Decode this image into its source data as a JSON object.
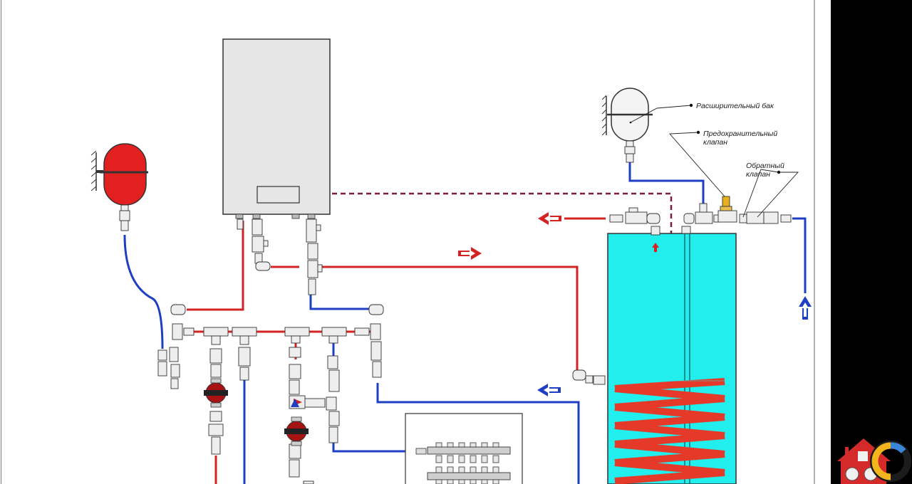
{
  "labels": {
    "expansion_tank": "Расширительный бак",
    "safety_valve_line1": "Предохранительный",
    "safety_valve_line2": "клапан",
    "check_valve_line1": "Обратный",
    "check_valve_line2": "клапан"
  },
  "colors": {
    "supply_pipe": "#d32222",
    "return_pipe": "#1e3fc4",
    "dashed_line": "#7a1f3a",
    "boiler_body": "#e6e6e6",
    "storage_tank": "#22eeee",
    "coil": "#e53a2a",
    "expansion_tank_red": "#e32020",
    "expansion_tank_white": "#f4f4f4",
    "side_bar": "#000000"
  },
  "icons": {
    "flow_arrows": [
      "arrow-left-red",
      "arrow-right-red",
      "arrow-left-blue",
      "arrow-up-blue",
      "arrow-up-red-small"
    ],
    "pumps": [
      "circulation-pump-1",
      "circulation-pump-2"
    ],
    "logo": "house-logo-icon"
  }
}
